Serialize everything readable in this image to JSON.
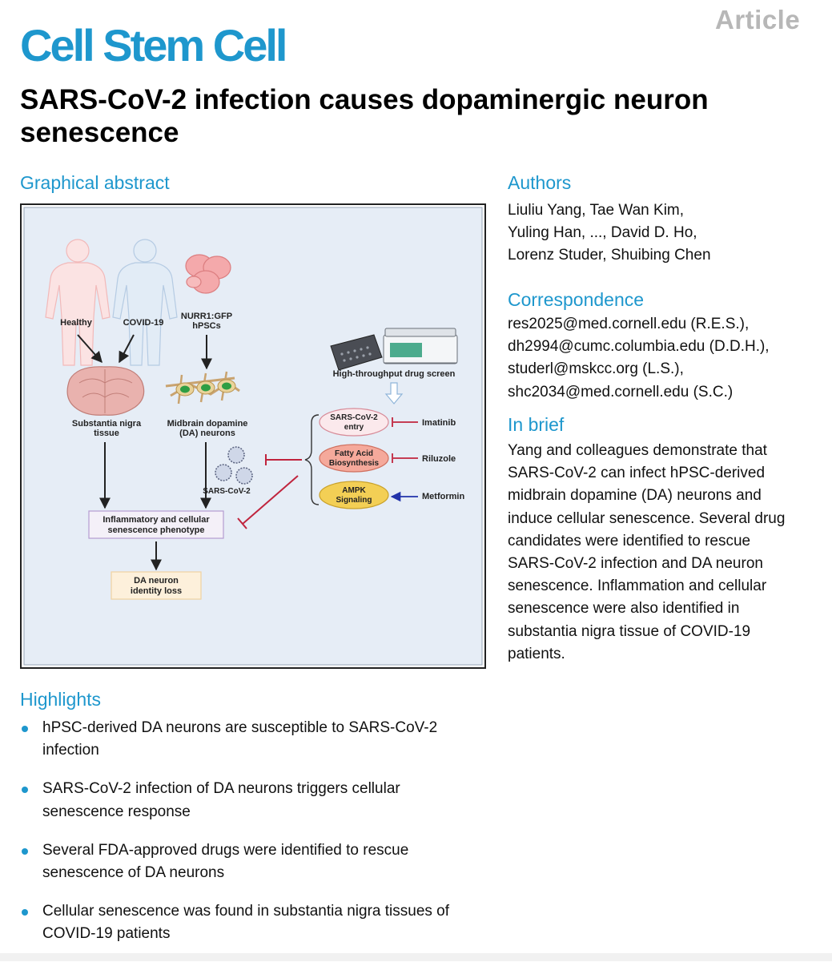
{
  "header": {
    "journal": "Cell Stem Cell",
    "article_type": "Article",
    "title": "SARS-CoV-2 infection causes dopaminergic neuron senescence"
  },
  "graphical_abstract": {
    "heading": "Graphical abstract",
    "labels": {
      "healthy": "Healthy",
      "covid": "COVID-19",
      "nurr1_l1": "NURR1:GFP",
      "nurr1_l2": "hPSCs",
      "screen": "High-throughput drug screen",
      "sn_l1": "Substantia nigra",
      "sn_l2": "tissue",
      "da_l1": "Midbrain dopamine",
      "da_l2": "(DA) neurons",
      "sars": "SARS-CoV-2",
      "entry_l1": "SARS-CoV-2",
      "entry_l2": "entry",
      "fatty_l1": "Fatty Acid",
      "fatty_l2": "Biosynthesis",
      "ampk_l1": "AMPK",
      "ampk_l2": "Signaling",
      "imatinib": "Imatinib",
      "riluzole": "Riluzole",
      "metformin": "Metformin",
      "inflam_l1": "Inflammatory and cellular",
      "inflam_l2": "senescence phenotype",
      "identity_l1": "DA neuron",
      "identity_l2": "identity loss"
    },
    "colors": {
      "inhibit": "#c0243d",
      "activate": "#2233aa",
      "entry_fill": "#fbe9ec",
      "fatty_fill": "#f5a99b",
      "ampk_fill": "#f3cf55",
      "inflam_fill": "#f4f0f8",
      "identity_fill": "#fdf0db",
      "background": "#e6edf6"
    }
  },
  "authors": {
    "heading": "Authors",
    "lines": [
      "Liuliu Yang, Tae Wan Kim,",
      "Yuling Han, ..., David D. Ho,",
      "Lorenz Studer, Shuibing Chen"
    ]
  },
  "correspondence": {
    "heading": "Correspondence",
    "lines": [
      "res2025@med.cornell.edu (R.E.S.),",
      "dh2994@cumc.columbia.edu (D.D.H.),",
      "studerl@mskcc.org (L.S.),",
      "shc2034@med.cornell.edu (S.C.)"
    ]
  },
  "in_brief": {
    "heading": "In brief",
    "lines": [
      "Yang and colleagues demonstrate that",
      "SARS-CoV-2 can infect hPSC-derived",
      "midbrain dopamine (DA) neurons and",
      "induce cellular senescence. Several drug",
      "candidates were identified to rescue",
      "SARS-CoV-2 infection and DA neuron",
      "senescence. Inflammation and cellular",
      "senescence were also identified in",
      "substantia nigra tissue of COVID-19",
      "patients."
    ]
  },
  "highlights": {
    "heading": "Highlights",
    "items": [
      {
        "l1": "hPSC-derived DA neurons are susceptible to SARS-CoV-2",
        "l2": "infection"
      },
      {
        "l1": "SARS-CoV-2 infection of DA neurons triggers cellular",
        "l2": "senescence response"
      },
      {
        "l1": "Several FDA-approved drugs were identified to rescue",
        "l2": "senescence of DA neurons"
      },
      {
        "l1": "Cellular senescence was found in substantia nigra tissues of",
        "l2": "COVID-19 patients"
      }
    ]
  }
}
